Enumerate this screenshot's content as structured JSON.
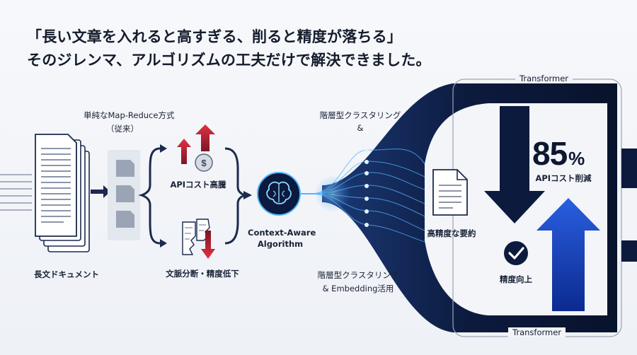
{
  "headline": {
    "line1": "「長い文章を入れると高すぎる、削ると精度が落ちる」",
    "line2": "そのジレンマ、アルゴリズムの工夫だけで解決できました。"
  },
  "left": {
    "method_label": "単純なMap-Reduce方式",
    "method_sub": "（従来）",
    "document_label": "長文ドキュメント",
    "cost_label": "APIコスト高騰",
    "precision_label": "文脈分断・精度低下"
  },
  "center": {
    "algorithm_line1": "Context-Aware",
    "algorithm_line2": "Algorithm",
    "top_label_line1": "階層型クラスタリング",
    "top_label_line2": "&",
    "bottom_label_line1": "階層型クラスタリング",
    "bottom_label_line2": "& Embedding活用"
  },
  "right": {
    "frame_top": "Transformer",
    "frame_bottom": "Transformer",
    "summary_label": "高精度な要約",
    "reduction_value": "85",
    "reduction_unit": "%",
    "reduction_label": "APIコスト削減",
    "accuracy_label": "精度向上"
  },
  "icons": [
    "document-stack-icon",
    "chunk-icon",
    "dollar-coin-icon",
    "up-arrow-icon",
    "torn-page-icon",
    "down-arrow-icon",
    "brain-icon",
    "summary-document-icon",
    "check-icon"
  ],
  "colors": {
    "navy": "#0c1a3d",
    "accent_blue": "#1f4fd0",
    "red": "#c0283a",
    "glow": "#6fd0ff"
  }
}
